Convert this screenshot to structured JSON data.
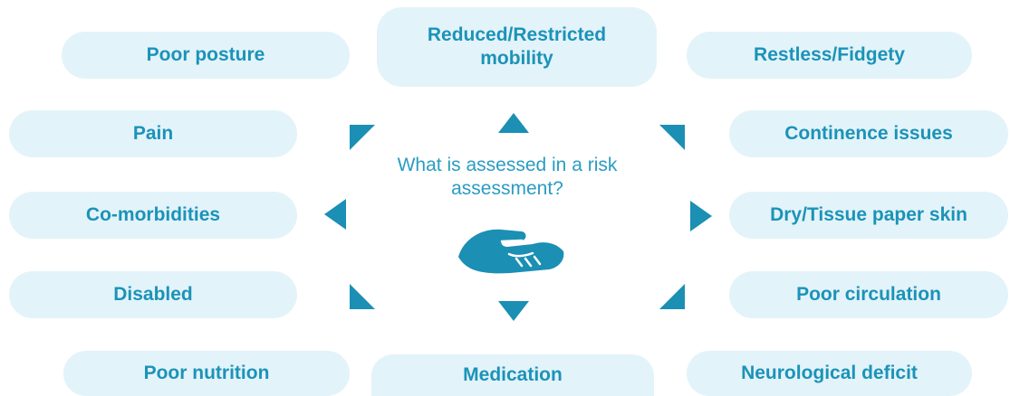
{
  "center": {
    "question": "What is assessed in a risk assessment?",
    "icon": "handshake-icon"
  },
  "factors": {
    "poor_posture": "Poor posture",
    "reduced_mobility": "Reduced/Restricted mobility",
    "restless": "Restless/Fidgety",
    "pain": "Pain",
    "continence": "Continence issues",
    "comorbidities": "Co-morbidities",
    "dry_skin": "Dry/Tissue paper skin",
    "disabled": "Disabled",
    "poor_circulation": "Poor circulation",
    "poor_nutrition": "Poor nutrition",
    "medication": "Medication",
    "neurological": "Neurological deficit"
  },
  "colors": {
    "pill_background": "#e3f3fa",
    "text_accent": "#1b93b8",
    "arrow": "#1b8fb4"
  }
}
